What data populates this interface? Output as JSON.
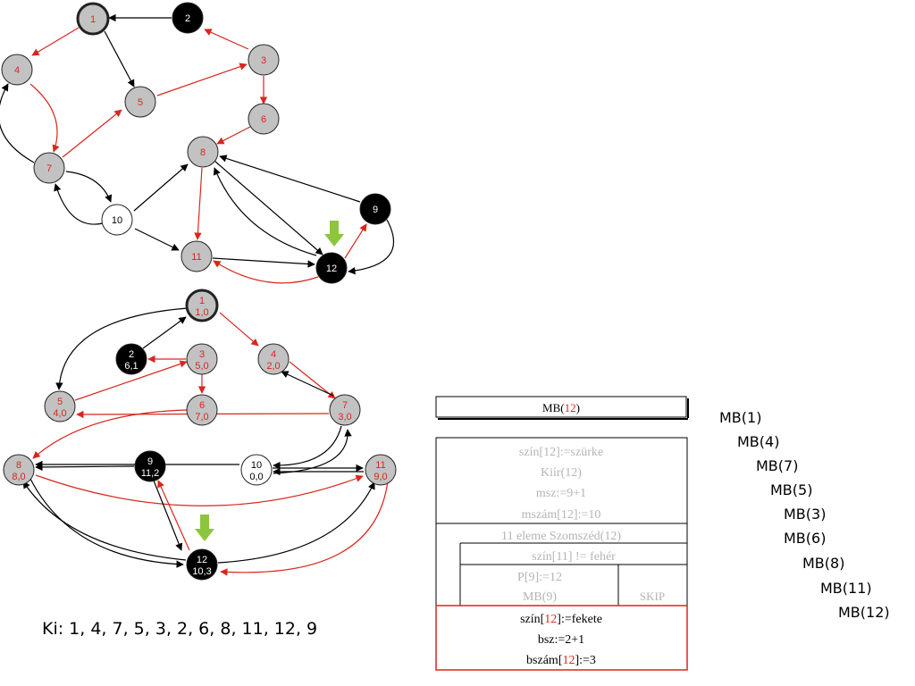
{
  "colors": {
    "red": "#d9261c",
    "gray": "#c2c2c2",
    "black": "#000000",
    "white": "#ffffff",
    "faded": "#b4b4b4",
    "green": "#8ec53f"
  },
  "graph_top": {
    "nodes": [
      {
        "id": "1",
        "label": "1",
        "fill": "gray",
        "text": "red",
        "bold": true
      },
      {
        "id": "2",
        "label": "2",
        "fill": "black",
        "text": "white"
      },
      {
        "id": "3",
        "label": "3",
        "fill": "gray",
        "text": "red"
      },
      {
        "id": "4",
        "label": "4",
        "fill": "gray",
        "text": "red"
      },
      {
        "id": "5",
        "label": "5",
        "fill": "gray",
        "text": "red"
      },
      {
        "id": "6",
        "label": "6",
        "fill": "gray",
        "text": "red"
      },
      {
        "id": "7",
        "label": "7",
        "fill": "gray",
        "text": "red"
      },
      {
        "id": "8",
        "label": "8",
        "fill": "gray",
        "text": "red"
      },
      {
        "id": "9",
        "label": "9",
        "fill": "black",
        "text": "white"
      },
      {
        "id": "10",
        "label": "10",
        "fill": "white",
        "text": "black"
      },
      {
        "id": "11",
        "label": "11",
        "fill": "gray",
        "text": "red"
      },
      {
        "id": "12",
        "label": "12",
        "fill": "black",
        "text": "white"
      }
    ]
  },
  "graph_bottom": {
    "nodes": [
      {
        "id": "1",
        "label": "1",
        "sub": "1,0",
        "fill": "gray",
        "text": "red",
        "bold": true
      },
      {
        "id": "2",
        "label": "2",
        "sub": "6,1",
        "fill": "black",
        "text": "white"
      },
      {
        "id": "3",
        "label": "3",
        "sub": "5,0",
        "fill": "gray",
        "text": "red"
      },
      {
        "id": "4",
        "label": "4",
        "sub": "2,0",
        "fill": "gray",
        "text": "red"
      },
      {
        "id": "5",
        "label": "5",
        "sub": "4,0",
        "fill": "gray",
        "text": "red"
      },
      {
        "id": "6",
        "label": "6",
        "sub": "7,0",
        "fill": "gray",
        "text": "red"
      },
      {
        "id": "7",
        "label": "7",
        "sub": "3,0",
        "fill": "gray",
        "text": "red"
      },
      {
        "id": "8",
        "label": "8",
        "sub": "8,0",
        "fill": "gray",
        "text": "red"
      },
      {
        "id": "9",
        "label": "9",
        "sub": "11,2",
        "fill": "black",
        "text": "white"
      },
      {
        "id": "10",
        "label": "10",
        "sub": "0,0",
        "fill": "white",
        "text": "black"
      },
      {
        "id": "11",
        "label": "11",
        "sub": "9,0",
        "fill": "gray",
        "text": "red"
      },
      {
        "id": "12",
        "label": "12",
        "sub": "10,3",
        "fill": "black",
        "text": "white"
      }
    ]
  },
  "output_label": "Ki: 1, 4, 7, 5, 3, 2, 6, 8, 11, 12, 9",
  "struktogram": {
    "header_prefix": "MB(",
    "header_num": "12",
    "header_suffix": ")",
    "init_lines": [
      "szín[12]:=szürke",
      "Kiír(12)",
      "msz:=9+1",
      "mszám[12]:=10"
    ],
    "loop_label": "11 eleme Szomszéd(12)",
    "condition": "szín[11] != fehér",
    "then_lines": [
      "P[9]:=12",
      "MB(9)"
    ],
    "else_label": "SKIP",
    "final_1_prefix": "szín[",
    "final_1_num": "12",
    "final_1_suffix": "]:=fekete",
    "final_2": "bsz:=2+1",
    "final_3_prefix": "bszám[",
    "final_3_num": "12",
    "final_3_suffix": "]:=3"
  },
  "call_stack": [
    "MB(1)",
    "MB(4)",
    "MB(7)",
    "MB(5)",
    "MB(3)",
    "MB(6)",
    "MB(8)",
    "MB(11)",
    "MB(12)"
  ]
}
